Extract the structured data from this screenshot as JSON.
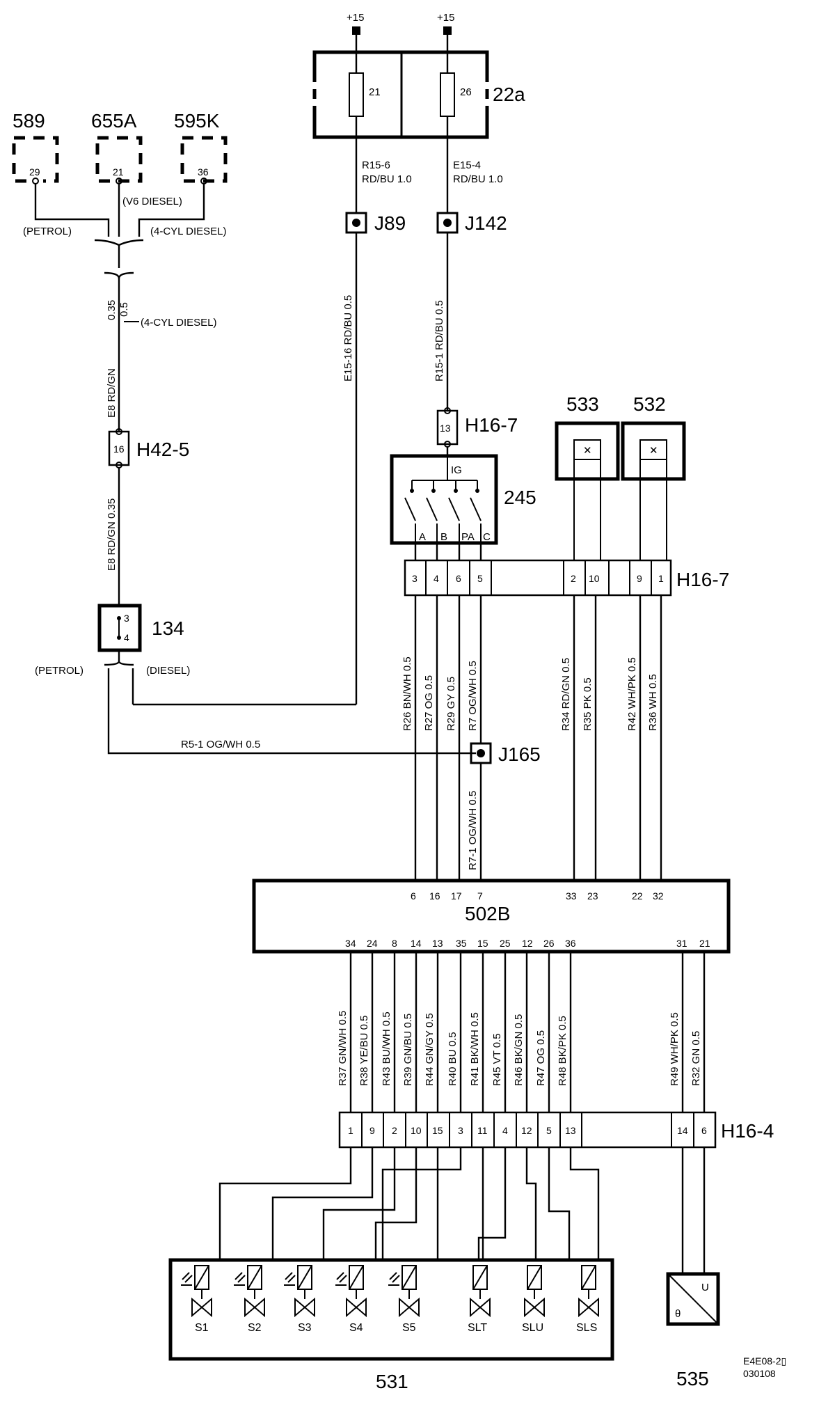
{
  "power": {
    "p1": "+15",
    "p2": "+15"
  },
  "fusebox": {
    "label": "22a",
    "fuse1": "21",
    "fuse2": "26"
  },
  "wires_top": {
    "r15_6": "R15-6",
    "r15_6_spec": "RD/BU 1.0",
    "e15_4": "E15-4",
    "e15_4_spec": "RD/BU 1.0",
    "e15_16": "E15-16  RD/BU  0.5",
    "r15_1": "R15-1  RD/BU  0.5"
  },
  "junctions": {
    "j89": "J89",
    "j142": "J142",
    "j165": "J165"
  },
  "modules": [
    {
      "label": "589",
      "pin": "29"
    },
    {
      "label": "655A",
      "pin": "21"
    },
    {
      "label": "595K",
      "pin": "36"
    }
  ],
  "variants": {
    "petrol": "(PETROL)",
    "v6_diesel": "(V6 DIESEL)",
    "cyl4_diesel": "(4-CYL DIESEL)",
    "cyl4_diesel_2": "(4-CYL DIESEL)",
    "petrol_2": "(PETROL)",
    "diesel": "(DIESEL)"
  },
  "left_wires": {
    "size_a": "0.35",
    "size_b": "0.5",
    "e8_top": "E8   RD/GN",
    "e8_bottom": "E8   RD/GN  0.35",
    "r5_1": "R5-1   OG/WH   0.5"
  },
  "h42": {
    "label": "H42-5",
    "pin": "16"
  },
  "c134": {
    "label": "134",
    "pin_a": "3",
    "pin_b": "4"
  },
  "h16_top": {
    "label": "H16-7",
    "pin": "13"
  },
  "switch245": {
    "label": "245",
    "ig": "IG",
    "positions": [
      "A",
      "B",
      "PA",
      "C"
    ]
  },
  "sensors": {
    "s533": "533",
    "s532": "532"
  },
  "h16_7": {
    "label": "H16-7",
    "pins": [
      "3",
      "4",
      "6",
      "5",
      "2",
      "10",
      "9",
      "1"
    ]
  },
  "mid_wires": [
    "R26  BN/WH  0.5",
    "R27  OG  0.5",
    "R29  GY  0.5",
    "R7  OG/WH  0.5",
    "R34  RD/GN  0.5",
    "R35  PK  0.5",
    "R42  WH/PK  0.5",
    "R36  WH  0.5"
  ],
  "r7_1": "R7-1  OG/WH  0.5",
  "ecu": {
    "label": "502B",
    "top_pins": [
      "6",
      "16",
      "17",
      "7",
      "33",
      "23",
      "22",
      "32"
    ],
    "bottom_pins": [
      "34",
      "24",
      "8",
      "14",
      "13",
      "35",
      "15",
      "25",
      "12",
      "26",
      "36",
      "31",
      "21"
    ]
  },
  "low_wires": [
    "R37  GN/WH  0.5",
    "R38  YE/BU  0.5",
    "R43  BU/WH  0.5",
    "R39  GN/BU  0.5",
    "R44  GN/GY  0.5",
    "R40  BU  0.5",
    "R41  BK/WH  0.5",
    "R45  VT  0.5",
    "R46  BK/GN  0.5",
    "R47  OG  0.5",
    "R48  BK/PK  0.5",
    "R49  WH/PK  0.5",
    "R32  GN  0.5"
  ],
  "h16_4": {
    "label": "H16-4",
    "pins": [
      "1",
      "9",
      "2",
      "10",
      "15",
      "3",
      "11",
      "4",
      "12",
      "5",
      "13",
      "14",
      "6"
    ]
  },
  "valves": {
    "label": "531",
    "names": [
      "S1",
      "S2",
      "S3",
      "S4",
      "S5",
      "SLT",
      "SLU",
      "SLS"
    ]
  },
  "temp_sensor": {
    "label": "535",
    "u": "U",
    "theta": "θ"
  },
  "doc": {
    "code": "E4E08-2▯",
    "date": "030108"
  }
}
